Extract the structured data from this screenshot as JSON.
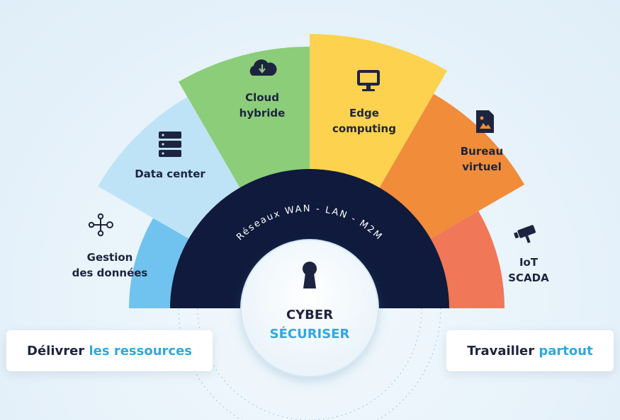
{
  "segments": [
    {
      "id": "gestion",
      "line1": "Gestion",
      "line2": "des données",
      "color": "#6fc3ee",
      "icon": "network-nodes-icon"
    },
    {
      "id": "datacenter",
      "line1": "Data center",
      "line2": "",
      "color": "#bfe3f6",
      "icon": "server-rack-icon"
    },
    {
      "id": "cloud",
      "line1": "Cloud",
      "line2": "hybride",
      "color": "#8ccd7a",
      "icon": "cloud-download-icon"
    },
    {
      "id": "edge",
      "line1": "Edge",
      "line2": "computing",
      "color": "#fcd24e",
      "icon": "monitor-icon"
    },
    {
      "id": "bureau",
      "line1": "Bureau",
      "line2": "virtuel",
      "color": "#f08c3a",
      "icon": "document-image-icon"
    },
    {
      "id": "iot",
      "line1": "IoT",
      "line2": "SCADA",
      "color": "#f07757",
      "icon": "security-camera-icon"
    }
  ],
  "ring": {
    "text": "Réseaux WAN - LAN - M2M",
    "color": "#0f1a3c"
  },
  "center": {
    "line1": "CYBER",
    "line2": "SÉCURISER",
    "icon": "keyhole-icon"
  },
  "pills": {
    "left": {
      "main": "Délivrer",
      "accent": "les ressources"
    },
    "right": {
      "main": "Travailler",
      "accent": "partout"
    }
  },
  "colors": {
    "accent": "#2fa8df",
    "text": "#1d2440",
    "background": "#eaf4fb"
  }
}
